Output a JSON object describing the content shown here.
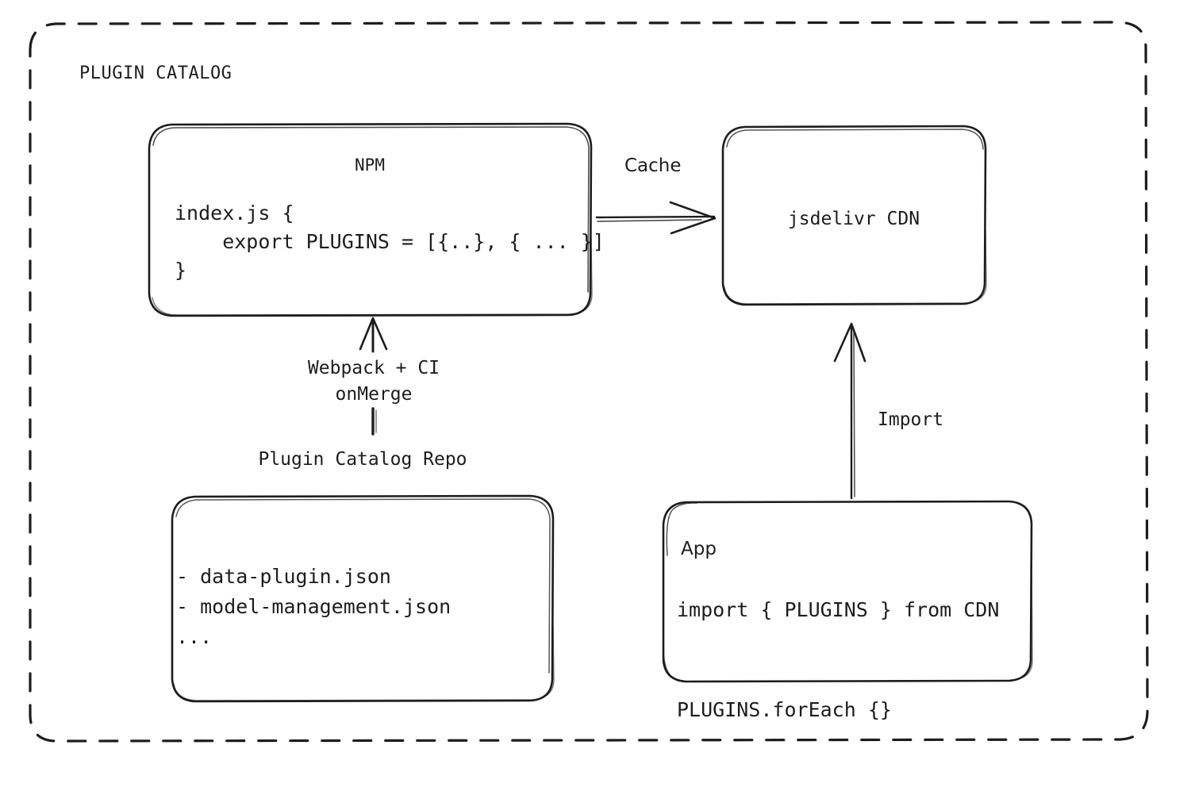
{
  "diagram": {
    "group_label": "PLUGIN CATALOG",
    "nodes": {
      "npm": {
        "title": "NPM",
        "code": "index.js {\n    export PLUGINS = [{..}, { ... }]\n}"
      },
      "cdn": {
        "title": "jsdelivr CDN"
      },
      "repo": {
        "caption": "Plugin Catalog Repo",
        "files": "- data-plugin.json\n- model-management.json\n..."
      },
      "app": {
        "title": "App",
        "code": "import { PLUGINS } from CDN\n\nPLUGINS.forEach {}"
      }
    },
    "edges": {
      "npm_to_cdn": "Cache",
      "repo_to_npm": "Webpack + CI\nonMerge",
      "app_to_cdn": "Import"
    },
    "colors": {
      "stroke": "#1d1d1d",
      "text": "#1d1d1d",
      "background": "#ffffff"
    }
  }
}
